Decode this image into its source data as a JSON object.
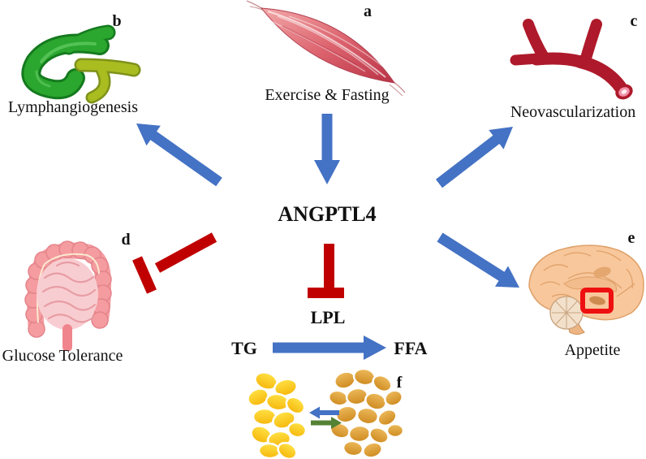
{
  "panel_labels": {
    "a": "a",
    "b": "b",
    "c": "c",
    "d": "d",
    "e": "e",
    "f": "f"
  },
  "captions": {
    "exercise_fasting": "Exercise & Fasting",
    "lymphangiogenesis": "Lymphangiogenesis",
    "neovascularization": "Neovascularization",
    "glucose_tolerance": "Glucose Tolerance",
    "appetite": "Appetite"
  },
  "molecules": {
    "angptl4": "ANGPTL4",
    "lpl": "LPL",
    "tg": "TG",
    "ffa": "FFA"
  },
  "colors": {
    "activation_arrow": "#4472C4",
    "inhibition_arrow": "#C00000",
    "adipocyte_reverse_arrow": "#4472C4",
    "adipocyte_forward_arrow": "#548235",
    "highlight_box": "#EE1010"
  }
}
